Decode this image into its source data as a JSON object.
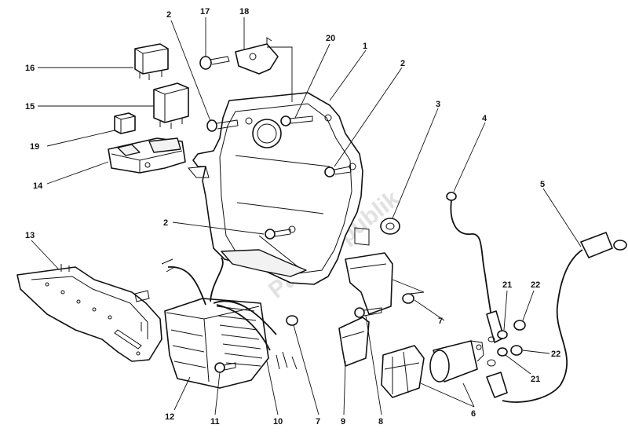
{
  "watermark": "PartsRepublik",
  "callouts": [
    {
      "id": "c1",
      "label": "1"
    },
    {
      "id": "c2a",
      "label": "2"
    },
    {
      "id": "c2b",
      "label": "2"
    },
    {
      "id": "c2c",
      "label": "2"
    },
    {
      "id": "c3",
      "label": "3"
    },
    {
      "id": "c4",
      "label": "4"
    },
    {
      "id": "c5",
      "label": "5"
    },
    {
      "id": "c6",
      "label": "6"
    },
    {
      "id": "c7a",
      "label": "7"
    },
    {
      "id": "c7b",
      "label": "7"
    },
    {
      "id": "c8",
      "label": "8"
    },
    {
      "id": "c9",
      "label": "9"
    },
    {
      "id": "c10",
      "label": "10"
    },
    {
      "id": "c11",
      "label": "11"
    },
    {
      "id": "c12",
      "label": "12"
    },
    {
      "id": "c13",
      "label": "13"
    },
    {
      "id": "c14",
      "label": "14"
    },
    {
      "id": "c15",
      "label": "15"
    },
    {
      "id": "c16",
      "label": "16"
    },
    {
      "id": "c17",
      "label": "17"
    },
    {
      "id": "c18",
      "label": "18"
    },
    {
      "id": "c19",
      "label": "19"
    },
    {
      "id": "c20",
      "label": "20"
    },
    {
      "id": "c21a",
      "label": "21"
    },
    {
      "id": "c21b",
      "label": "21"
    },
    {
      "id": "c22a",
      "label": "22"
    },
    {
      "id": "c22b",
      "label": "22"
    }
  ]
}
